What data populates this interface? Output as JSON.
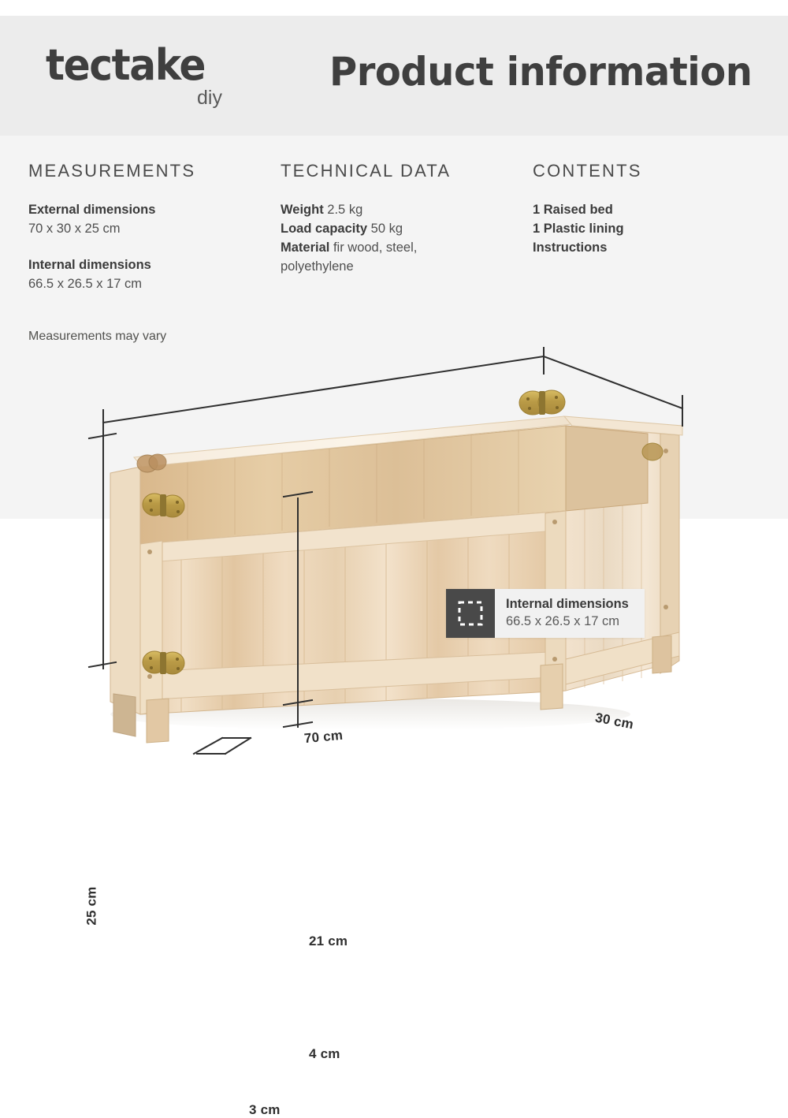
{
  "header": {
    "logo_word": "tectake",
    "logo_sub": "diy",
    "title": "Product information"
  },
  "columns": {
    "measurements": {
      "heading": "MEASUREMENTS",
      "groups": [
        {
          "label": "External dimensions",
          "value": "70 x 30 x 25 cm"
        },
        {
          "label": "Internal dimensions",
          "value": "66.5 x 26.5 x 17 cm"
        }
      ],
      "note": "Measurements may vary"
    },
    "technical": {
      "heading": "TECHNICAL DATA",
      "rows": [
        {
          "label": "Weight",
          "value": "2.5 kg"
        },
        {
          "label": "Load capacity",
          "value": "50 kg"
        },
        {
          "label": "Material",
          "value": "fir wood, steel,"
        },
        {
          "label": "",
          "value": "polyethylene"
        }
      ]
    },
    "contents": {
      "heading": "CONTENTS",
      "items": [
        "1 Raised bed",
        "1 Plastic lining",
        "Instructions"
      ]
    }
  },
  "diagram": {
    "dimensions": {
      "length": "70 cm",
      "depth": "30 cm",
      "height": "25 cm",
      "inner_height": "21 cm",
      "leg_height": "4 cm",
      "leg_width": "3 cm"
    },
    "callout": {
      "icon": "dashed-square-icon",
      "title": "Internal dimensions",
      "subtitle": "66.5 x 26.5 x 17 cm"
    }
  },
  "colors": {
    "header_band": "#ececec",
    "body_band": "#f4f4f4",
    "bottom_band": "#ffffff",
    "text_dark": "#3b3b3b",
    "text_muted": "#5a5a5a",
    "callout_icon_bg": "#494949",
    "callout_body_bg": "#f1f1f1",
    "wood_light": "#efdcc2",
    "wood_mid": "#e3c9a7",
    "wood_dark": "#cdab80",
    "hinge": "#c8a94e"
  }
}
